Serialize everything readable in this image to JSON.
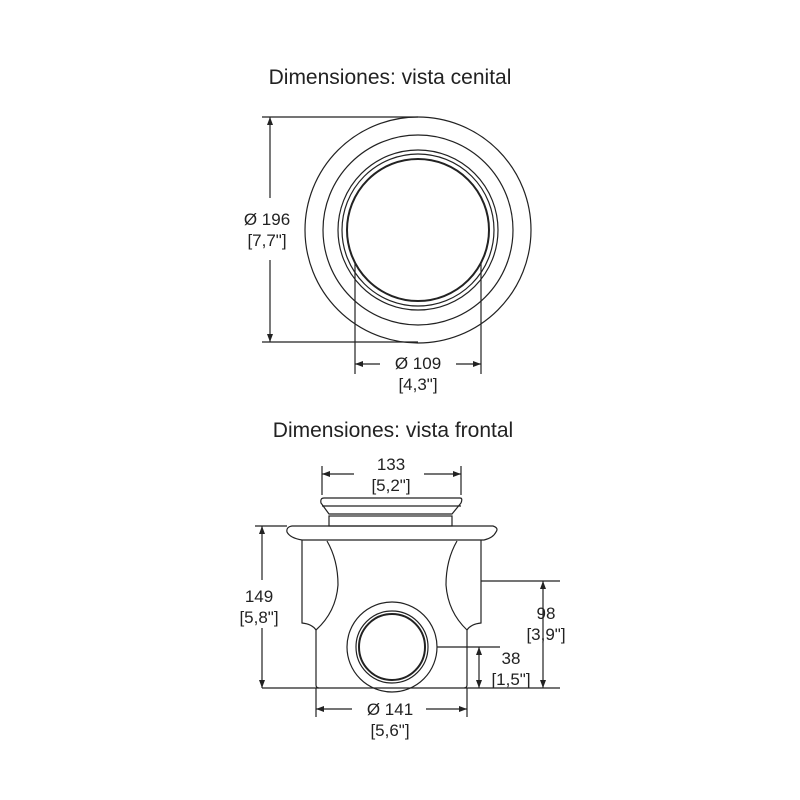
{
  "top_view": {
    "title": "Dimensiones: vista cenital",
    "outer_diameter": {
      "mm": "Ø 196",
      "in": "[7,7\"]"
    },
    "inner_diameter": {
      "mm": "Ø 109",
      "in": "[4,3\"]"
    }
  },
  "front_view": {
    "title": "Dimensiones: vista frontal",
    "cap_width": {
      "mm": "133",
      "in": "[5,2\"]"
    },
    "total_height": {
      "mm": "149",
      "in": "[5,8\"]"
    },
    "outlet_height": {
      "mm": "98",
      "in": "[3,9\"]"
    },
    "outlet_center": {
      "mm": "38",
      "in": "[1,5\"]"
    },
    "body_diameter": {
      "mm": "Ø 141",
      "in": "[5,6\"]"
    }
  }
}
